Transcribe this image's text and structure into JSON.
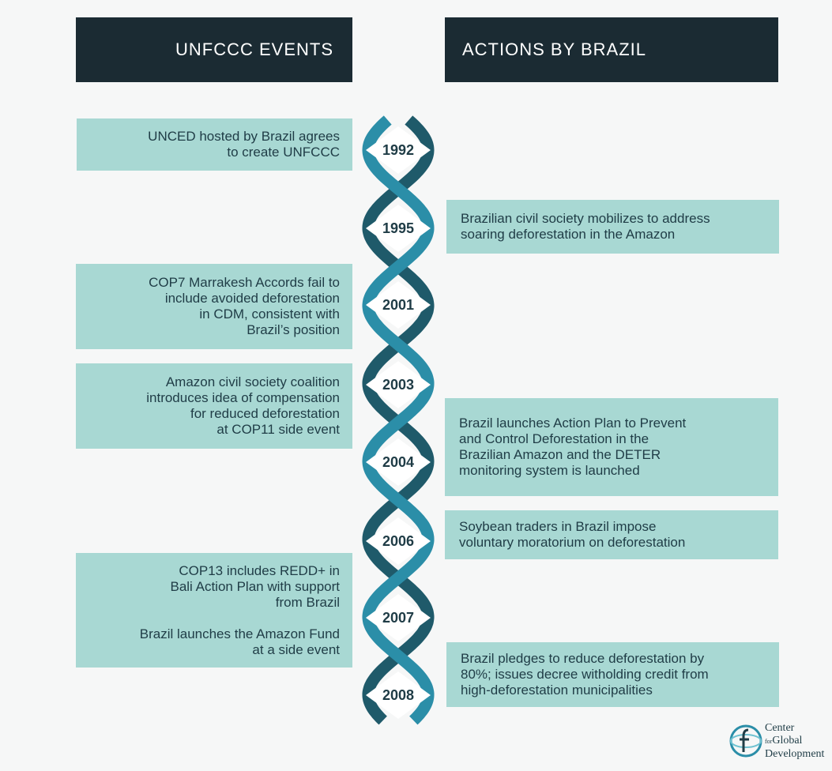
{
  "headers": {
    "left": "UNFCCC EVENTS",
    "right": "ACTIONS BY BRAZIL"
  },
  "colors": {
    "header_bg": "#1b2b33",
    "box_bg": "#a8d8d3",
    "strand_light": "#2b8ea8",
    "strand_dark": "#1f5a6a",
    "text": "#1f3c46"
  },
  "years": [
    "1992",
    "1995",
    "2001",
    "2003",
    "2004",
    "2006",
    "2007",
    "2008"
  ],
  "unfccc_events": [
    {
      "year": "1992",
      "text": "UNCED hosted by Brazil agrees\nto create UNFCCC"
    },
    {
      "year": "2001",
      "text": "COP7 Marrakesh Accords fail to\ninclude avoided deforestation\nin CDM, consistent with\nBrazil’s position"
    },
    {
      "year": "2003",
      "text": "Amazon civil society coalition\nintroduces idea of compensation\nfor reduced deforestation\nat COP11 side event"
    },
    {
      "year": "2007",
      "text": "COP13 includes REDD+ in\nBali Action Plan with support\nfrom Brazil",
      "text2": "Brazil launches the Amazon Fund\nat a side event"
    }
  ],
  "brazil_actions": [
    {
      "year": "1995",
      "text": "Brazilian civil society mobilizes to address\nsoaring deforestation in the Amazon"
    },
    {
      "year": "2004",
      "text": "Brazil launches Action Plan to Prevent\nand Control Deforestation in the\nBrazilian Amazon and the DETER\nmonitoring system is launched"
    },
    {
      "year": "2006",
      "text": "Soybean traders in Brazil impose\nvoluntary moratorium on deforestation"
    },
    {
      "year": "2008",
      "text": "Brazil pledges to reduce deforestation by\n80%; issues decree witholding credit from\nhigh-deforestation municipalities"
    }
  ],
  "logo": {
    "line1": "Center",
    "line2_small": "for",
    "line2": "Global",
    "line3": "Development",
    "icon": "globe-f-icon"
  }
}
